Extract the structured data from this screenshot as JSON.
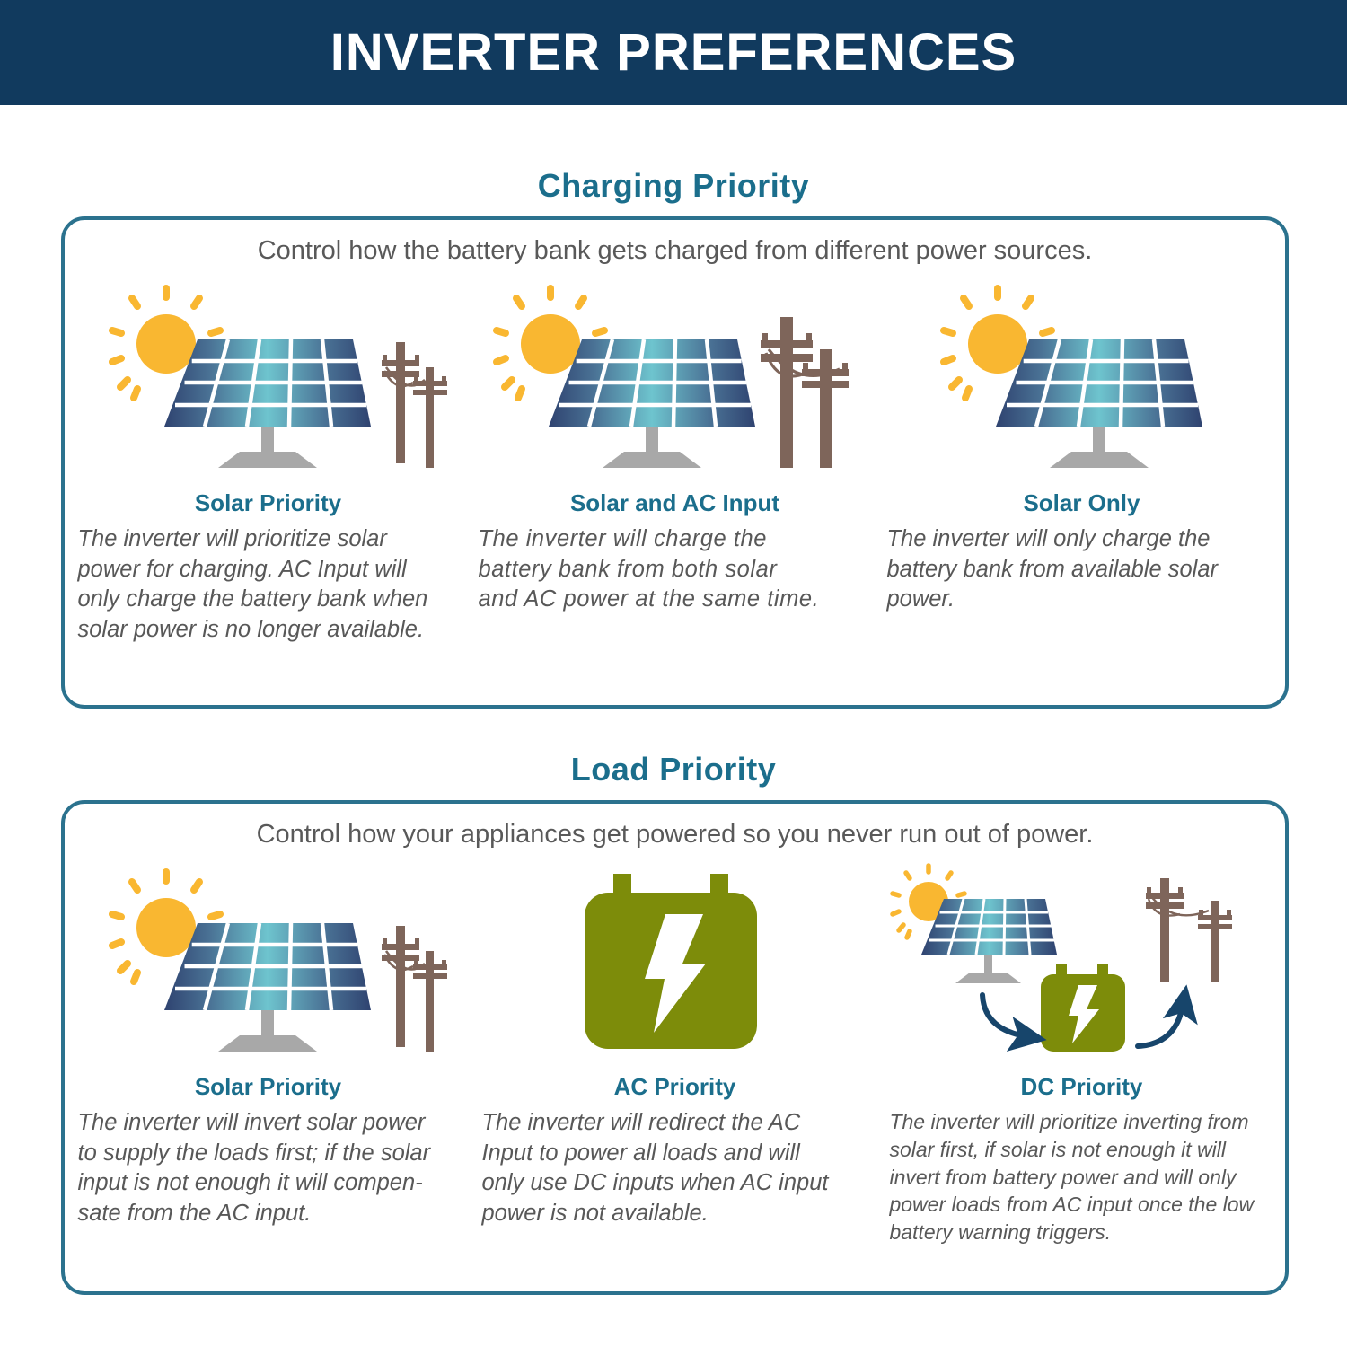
{
  "header": {
    "title": "INVERTER PREFERENCES",
    "bg_color": "#113A5E",
    "text_color": "#FFFFFF"
  },
  "theme": {
    "accent_teal": "#1B6E8C",
    "card_border": "#2B728E",
    "body_gray": "#585858",
    "sun_yellow": "#F9B731",
    "pole_brown": "#7E655A",
    "battery_green": "#7D8C0A",
    "panel_dark": "#2F4370",
    "panel_light": "#6EC4CE",
    "stand_gray": "#A8A8A8",
    "arrow_navy": "#17456B"
  },
  "sections": [
    {
      "id": "charging",
      "heading": "Charging Priority",
      "intro": "Control how the battery bank gets charged from different power sources.",
      "columns": [
        {
          "icon": "solar-panel-and-utility-poles-icon",
          "title": "Solar Priority",
          "body": "The inverter will prioritize solar\npower for charging. AC Input will\nonly charge the battery bank when\nsolar power is no longer available."
        },
        {
          "icon": "solar-panel-and-large-utility-poles-icon",
          "title": "Solar and AC Input",
          "body": "The inverter will charge the\nbattery bank from both solar\nand AC power at the same time."
        },
        {
          "icon": "solar-panel-icon",
          "title": "Solar Only",
          "body": "The inverter will only charge the\nbattery bank from available solar\npower."
        }
      ]
    },
    {
      "id": "load",
      "heading": "Load Priority",
      "intro": "Control how your appliances get powered so you never run out of power.",
      "columns": [
        {
          "icon": "solar-panel-and-utility-poles-icon",
          "title": "Solar Priority",
          "body": "The inverter will invert solar power\nto supply the loads first; if the solar\ninput is not enough it will compen-\nsate from the AC input."
        },
        {
          "icon": "battery-bolt-icon",
          "title": "AC Priority",
          "body": "The inverter will redirect the AC\nInput to power all loads and will\nonly use DC inputs when AC input\npower is not available."
        },
        {
          "icon": "solar-battery-grid-flow-icon",
          "title": "DC Priority",
          "body": "The inverter will prioritize inverting from\nsolar first, if solar is not enough it will\ninvert from battery power and will only\npower loads from AC input once the low\nbattery warning triggers."
        }
      ]
    }
  ]
}
